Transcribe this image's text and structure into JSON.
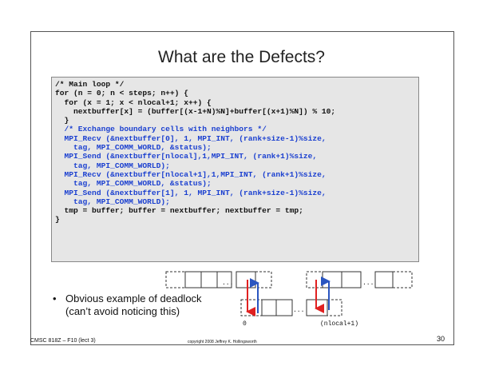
{
  "slide": {
    "title": "What are the Defects?",
    "code_lines": [
      {
        "text": "/* Main loop */",
        "color": "black"
      },
      {
        "text": "for (n = 0; n < steps; n++) {",
        "color": "black"
      },
      {
        "text": "  for (x = 1; x < nlocal+1; x++) {",
        "color": "black"
      },
      {
        "text": "    nextbuffer[x] = (buffer[(x-1+N)%N]+buffer[(x+1)%N]) % 10;",
        "color": "black"
      },
      {
        "text": "  }",
        "color": "black"
      },
      {
        "text": "  /* Exchange boundary cells with neighbors */",
        "color": "blue"
      },
      {
        "text": "  MPI_Recv (&nextbuffer[0], 1, MPI_INT, (rank+size-1)%size,",
        "color": "blue"
      },
      {
        "text": "    tag, MPI_COMM_WORLD, &status);",
        "color": "blue"
      },
      {
        "text": "  MPI_Send (&nextbuffer[nlocal],1,MPI_INT, (rank+1)%size,",
        "color": "blue"
      },
      {
        "text": "    tag, MPI_COMM_WORLD);",
        "color": "blue"
      },
      {
        "text": "  MPI_Recv (&nextbuffer[nlocal+1],1,MPI_INT, (rank+1)%size,",
        "color": "blue"
      },
      {
        "text": "    tag, MPI_COMM_WORLD, &status);",
        "color": "blue"
      },
      {
        "text": "  MPI_Send (&nextbuffer[1], 1, MPI_INT, (rank+size-1)%size,",
        "color": "blue"
      },
      {
        "text": "    tag, MPI_COMM_WORLD);",
        "color": "blue"
      },
      {
        "text": "  tmp = buffer; buffer = nextbuffer; nextbuffer = tmp;",
        "color": "black"
      },
      {
        "text": "}",
        "color": "black"
      }
    ],
    "bullet": {
      "symbol": "•",
      "line1": "Obvious example of deadlock",
      "line2": "(can’t avoid noticing this)"
    },
    "diagram": {
      "ellipsis": "...",
      "label_left": "0",
      "label_right": "(nlocal+1)"
    },
    "footer": {
      "course": "CMSC 818Z – F10  (lect 3)",
      "copyright": "copyright 2008 Jeffrey K. Hollingsworth",
      "page": "30"
    },
    "colors": {
      "code_black": "#111111",
      "code_blue": "#1a3fd0",
      "arrow_red": "#e02020",
      "arrow_blue": "#2a55c0",
      "code_bg": "#e6e6e6"
    }
  }
}
